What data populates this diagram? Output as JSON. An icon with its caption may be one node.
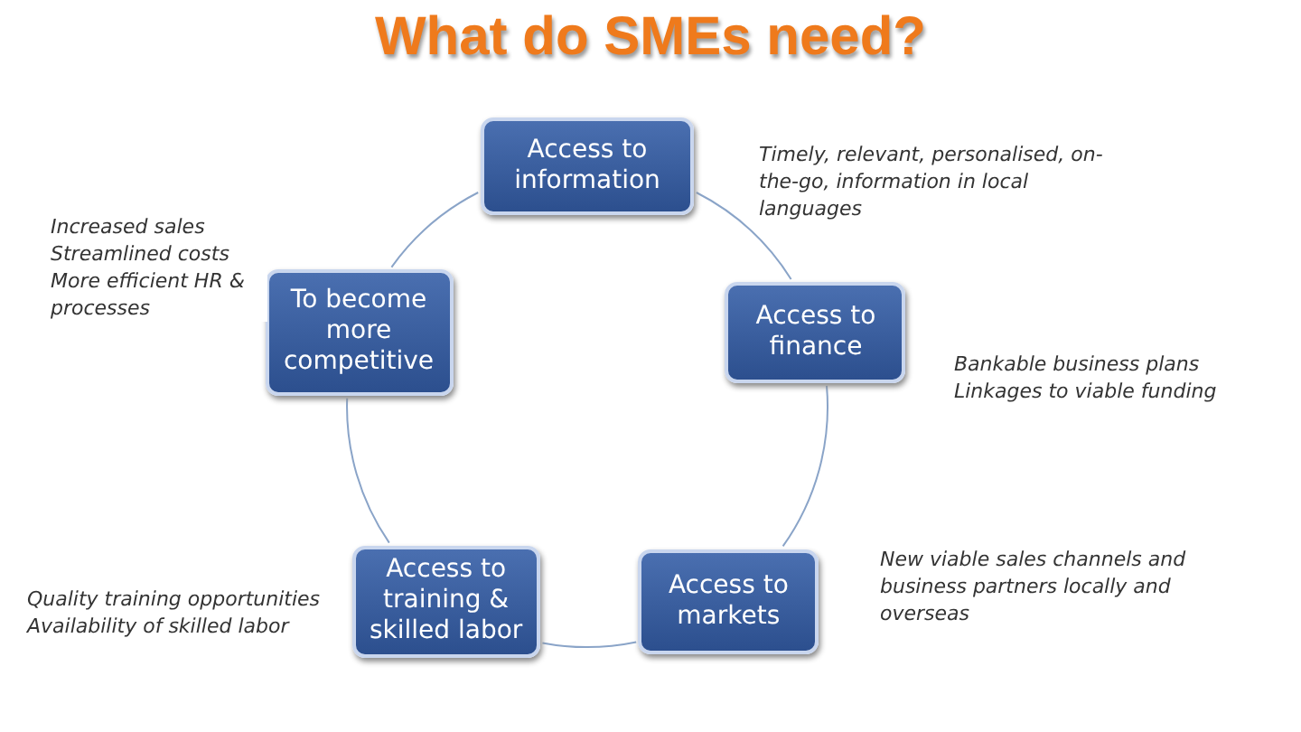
{
  "diagram": {
    "title": "What do SMEs need?",
    "nodes": [
      {
        "text": [
          "Access to information"
        ],
        "beside": [
          "Timely, relevant, personalised, on-the-go, information in local languages"
        ]
      },
      {
        "text": [
          "Access to finance"
        ],
        "beside": [
          "Bankable business plans",
          "Linkages to viable funding"
        ]
      },
      {
        "text": [
          "Access to markets"
        ],
        "beside": [
          "New viable sales channels and business partners locally and overseas"
        ]
      },
      {
        "text": [
          "Access to training & skilled labor"
        ],
        "beside": [
          "Quality training opportunities",
          "Availability of skilled labor"
        ]
      },
      {
        "text": [
          "To become more competitive"
        ],
        "beside": [
          "Increased sales",
          "Streamlined costs",
          "More efficient HR & processes"
        ]
      }
    ],
    "edges": [
      {
        "from": 0,
        "to": 1,
        "arrow": "none"
      },
      {
        "from": 1,
        "to": 2,
        "arrow": "none"
      },
      {
        "from": 2,
        "to": 3,
        "arrow": "none"
      },
      {
        "from": 3,
        "to": 4,
        "arrow": "none"
      },
      {
        "from": 4,
        "to": 0,
        "arrow": "none"
      }
    ]
  }
}
